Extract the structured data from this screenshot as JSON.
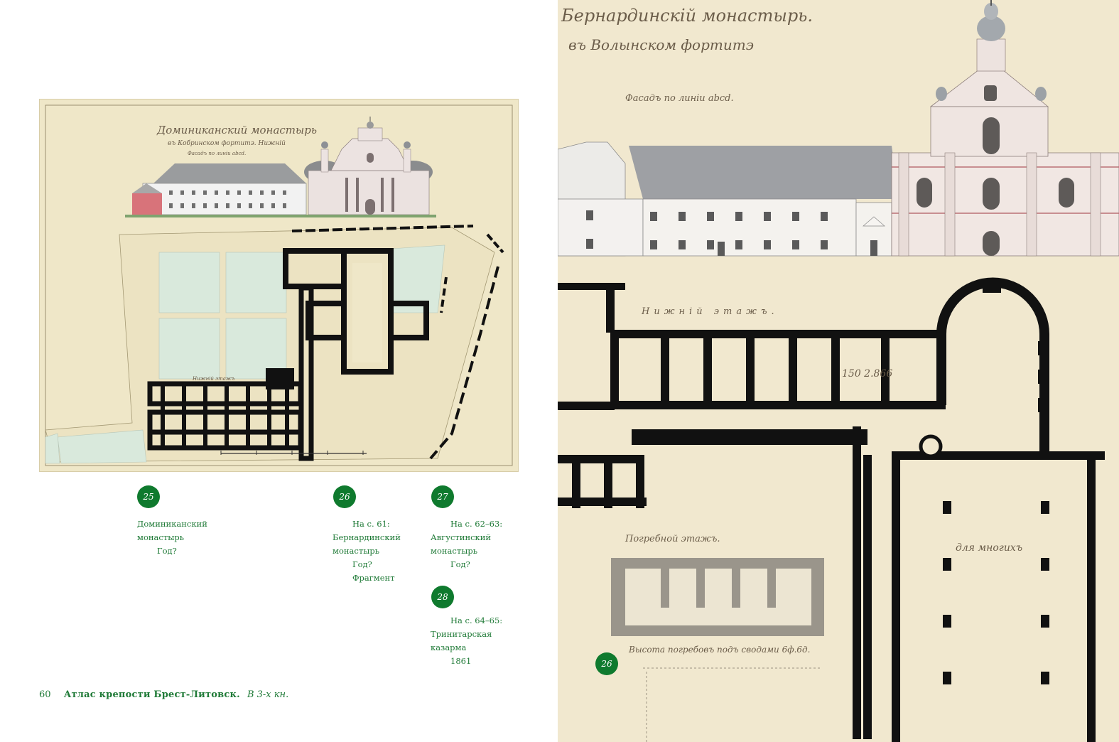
{
  "left_page": {
    "page_number": "60",
    "running_title": "Атлас крепости Брест-Литовск.",
    "running_subtitle": "В 3-х кн.",
    "drawing": {
      "title": "Доминиканский монастырь",
      "subtitle": "въ Кобринском фортитэ. Нижній",
      "facade_label": "Фасадъ по линіи abcd.",
      "floor_label": "Нижній этажъ"
    }
  },
  "captions": [
    {
      "number": "25",
      "lines": [
        "Доминиканский",
        "монастырь",
        "Год?"
      ]
    },
    {
      "number": "26",
      "lines": [
        "На с. 61:",
        "Бернардинский",
        "монастырь",
        "Год?",
        "Фрагмент"
      ]
    },
    {
      "number": "27",
      "lines": [
        "На с. 62–63:",
        "Августинский",
        "монастырь",
        "Год?"
      ]
    },
    {
      "number": "28",
      "lines": [
        "На с. 64–65:",
        "Тринитарская",
        "казарма",
        "1861"
      ]
    }
  ],
  "right_page": {
    "badge": "26",
    "drawing": {
      "title": "Бернардинскій монастырь.",
      "subtitle": "въ Волынском фортитэ",
      "facade_label": "Фасадъ по линіи abcd.",
      "floor_label": "Нижній этажъ.",
      "cellar_label": "Погребной этажъ.",
      "cellar_note": "Высота погребовъ подъ сводами 6ф.6д.",
      "church_label": "для многихъ",
      "numbers": "150  2.866"
    }
  },
  "colors": {
    "accent_green": "#0f7a2e",
    "paper": "#efe7c8",
    "ink": "#1a1a1a"
  }
}
